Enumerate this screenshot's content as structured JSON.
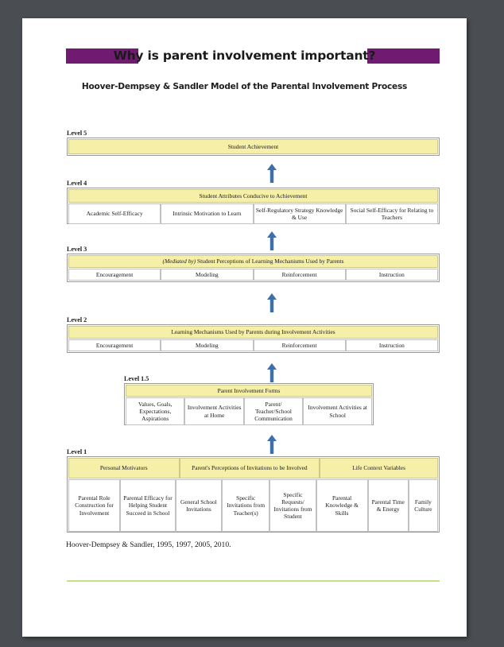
{
  "document": {
    "title": "Why is parent involvement important?",
    "subtitle": "Hoover-Dempsey & Sandler Model of the Parental Involvement Process",
    "citation": "Hoover-Dempsey & Sandler, 1995, 1997, 2005, 2010."
  },
  "colors": {
    "accent_purple": "#701a71",
    "header_yellow": "#f6efa8",
    "arrow_blue": "#3e6fa8",
    "rule_green": "#c3e08b",
    "viewer_background": "#4a4e52",
    "page_background": "#ffffff"
  },
  "icons": {
    "arrow_up": "up-arrow-icon"
  },
  "levels": [
    {
      "label": "Level 5",
      "header": "Student Achievement",
      "subcells": []
    },
    {
      "label": "Level 4",
      "header": "Student Attributes Conducive to Achievement",
      "subcells": [
        "Academic Self-Efficacy",
        "Intrinsic Motivation to Learn",
        "Self-Regulatory Strategy Knowledge & Use",
        "Social Self-Efficacy for Relating to Teachers"
      ]
    },
    {
      "label": "Level 3",
      "header_italic_prefix": "(Mediated by)",
      "header": " Student Perceptions of Learning Mechanisms Used by Parents",
      "subcells": [
        "Encouragement",
        "Modeling",
        "Reinforcement",
        "Instruction"
      ]
    },
    {
      "label": "Level 2",
      "header": "Learning Mechanisms Used by Parents during Involvement Activities",
      "subcells": [
        "Encouragement",
        "Modeling",
        "Reinforcement",
        "Instruction"
      ]
    },
    {
      "label": "Level 1.5",
      "header": "Parent Involvement Forms",
      "subcells": [
        "Values, Goals, Expectations, Aspirations",
        "Involvement Activities at Home",
        "Parent/ Teacher/School Communication",
        "Involvement Activities at School"
      ]
    },
    {
      "label": "Level 1",
      "headers": [
        "Personal Motivators",
        "Parent's Perceptions of Invitations to be Involved",
        "Life Context Variables"
      ],
      "subcells": [
        "Parental Role Construction for Involvement",
        "Parental Efficacy for Helping Student Succeed in School",
        "General School Invitations",
        "Specific Invitations from Teacher(s)",
        "Specific Requests/ Invitations from Student",
        "Parental Knowledge & Skills",
        "Parental Time & Energy",
        "Family Culture"
      ]
    }
  ]
}
